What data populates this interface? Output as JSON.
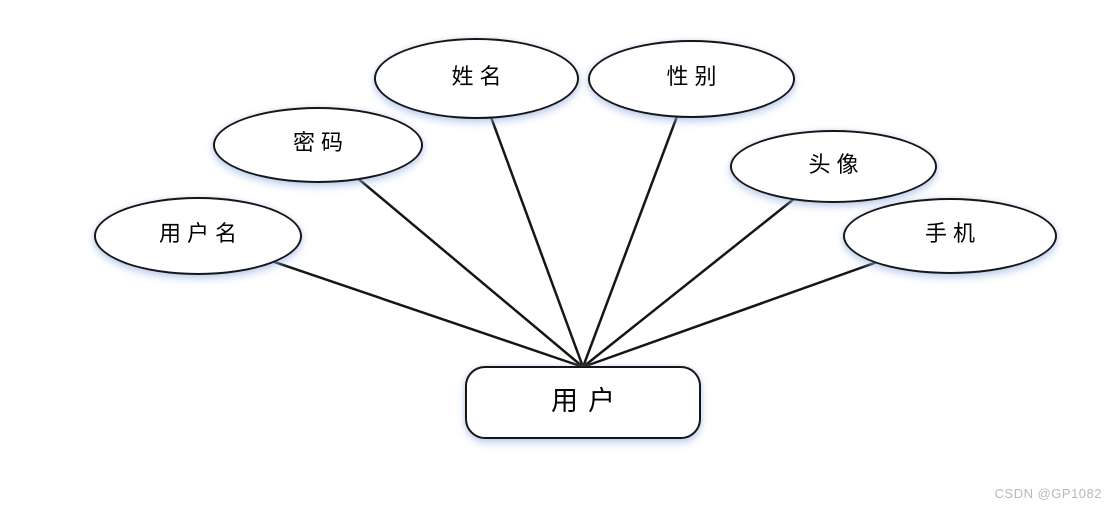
{
  "diagram": {
    "type": "entity-relationship",
    "entity": {
      "label": "用户",
      "shape": "rounded-rectangle"
    },
    "attributes": [
      {
        "id": "username",
        "label": "用户名",
        "shape": "ellipse"
      },
      {
        "id": "password",
        "label": "密码",
        "shape": "ellipse"
      },
      {
        "id": "name",
        "label": "姓名",
        "shape": "ellipse"
      },
      {
        "id": "gender",
        "label": "性别",
        "shape": "ellipse"
      },
      {
        "id": "avatar",
        "label": "头像",
        "shape": "ellipse"
      },
      {
        "id": "phone",
        "label": "手机",
        "shape": "ellipse"
      }
    ],
    "connections": [
      {
        "from": "用户名",
        "to": "用户"
      },
      {
        "from": "密码",
        "to": "用户"
      },
      {
        "from": "姓名",
        "to": "用户"
      },
      {
        "from": "性别",
        "to": "用户"
      },
      {
        "from": "头像",
        "to": "用户"
      },
      {
        "from": "手机",
        "to": "用户"
      }
    ],
    "colors": {
      "stroke": "#161616",
      "fill": "#ffffff",
      "shadow": "#a9c0e4",
      "background": "#ffffff"
    }
  },
  "watermark": {
    "text": "CSDN @GP1082",
    "color": "#b9b9b9"
  }
}
